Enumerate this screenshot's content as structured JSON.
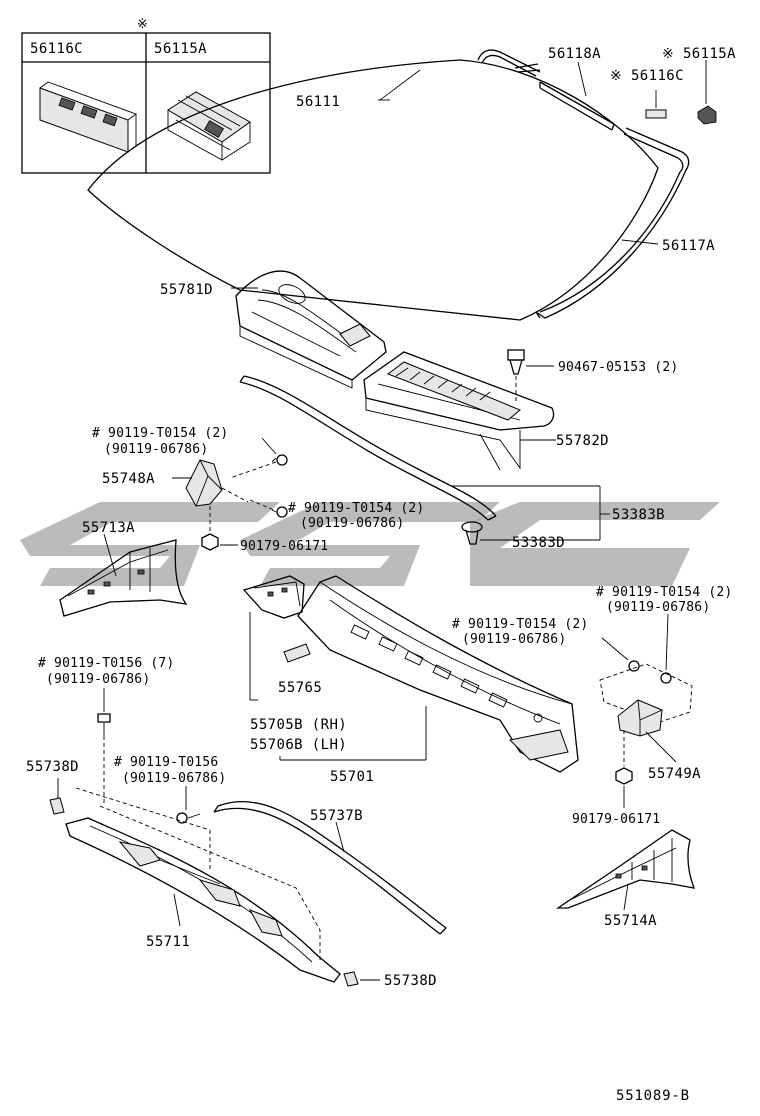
{
  "diagram_ref": "551089-B",
  "inset": {
    "mark": "※",
    "headers": [
      "56116C",
      "56115A"
    ]
  },
  "labels": {
    "windshield": "56111",
    "upper_molding": "56118A",
    "side_molding": "56117A",
    "clip_56115a": "※ 56115A",
    "spacer_56116c": "※ 56116C",
    "cowl_louver_rh": "55781D",
    "cowl_louver_lh": "55782D",
    "clip_90467": "90467-05153 (2)",
    "seal_53383b": "53383B",
    "clip_53383d": "53383D",
    "screw_upper_l_a": "# 90119-T0154 (2)",
    "screw_upper_l_b": "(90119-06786)",
    "bracket_l": "55748A",
    "screw_mid_l_a": "# 90119-T0154 (2)",
    "screw_mid_l_b": "(90119-06786)",
    "side_panel_l": "55713A",
    "nut_l": "90179-06171",
    "cowl_panel_bracket": "55765",
    "cowl_rh": "55705B (RH)",
    "cowl_lh": "55706B (LH)",
    "cowl_panel": "55701",
    "screw_mid_r_a": "# 90119-T0154 (2)",
    "screw_mid_r_b": "(90119-06786)",
    "screw_right_a": "# 90119-T0154 (2)",
    "screw_right_b": "(90119-06786)",
    "bracket_r": "55749A",
    "nut_r": "90179-06171",
    "side_panel_r": "55714A",
    "screw_low_a": "# 90119-T0156 (7)",
    "screw_low_b": "(90119-06786)",
    "clip_55738d_top": "55738D",
    "screw_low2_a": "# 90119-T0156",
    "screw_low2_b": "(90119-06786)",
    "seal_55737b": "55737B",
    "lower_panel": "55711",
    "clip_55738d_bottom": "55738D"
  }
}
